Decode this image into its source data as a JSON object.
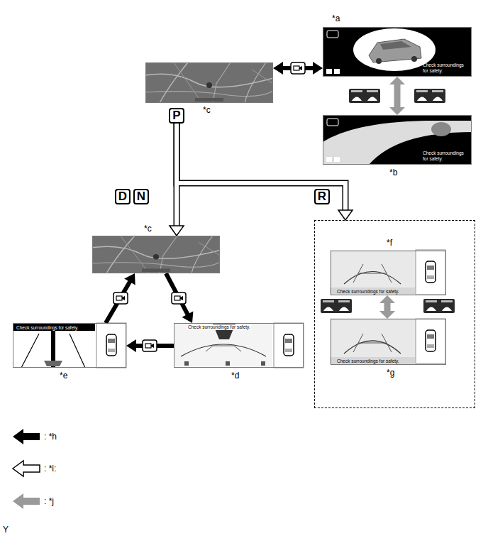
{
  "diagram": {
    "nodes": [
      {
        "text": [
          "*a",
          "Check surroundings for safety."
        ]
      },
      {
        "text": [
          "*c"
        ]
      },
      {
        "text": [
          "P"
        ]
      },
      {
        "text": [
          "*b",
          "Check surroundings for safety."
        ]
      },
      {
        "text": [
          "D"
        ]
      },
      {
        "text": [
          "N"
        ]
      },
      {
        "text": [
          "R"
        ]
      },
      {
        "text": [
          "*c"
        ]
      },
      {
        "text": []
      },
      {
        "text": [
          "*f",
          "Check surroundings for safety."
        ],
        "in": 8
      },
      {
        "text": [
          "*g",
          "Check surroundings for safety."
        ],
        "in": 8
      },
      {
        "text": [
          "*e",
          "Check surroundings for safety."
        ]
      },
      {
        "text": [
          "*d",
          "Check surroundings for safety."
        ]
      }
    ],
    "edges": [
      {
        "from": 1,
        "to": 0,
        "arrow": "both"
      },
      {
        "from": 0,
        "to": 3,
        "arrow": "both"
      },
      {
        "from": 2,
        "to": 7,
        "arrow": "to"
      },
      {
        "from": 2,
        "to": 8,
        "arrow": "to"
      },
      {
        "from": 9,
        "to": 10,
        "arrow": "both"
      },
      {
        "from": 7,
        "to": 12,
        "arrow": "to"
      },
      {
        "from": 12,
        "to": 11,
        "arrow": "to"
      },
      {
        "from": 11,
        "to": 7,
        "arrow": "to"
      }
    ],
    "labels": [
      "Y"
    ],
    "legend": [
      {
        "text": ": *h"
      },
      {
        "text": ": *i:"
      },
      {
        "text": ": *j"
      }
    ]
  }
}
